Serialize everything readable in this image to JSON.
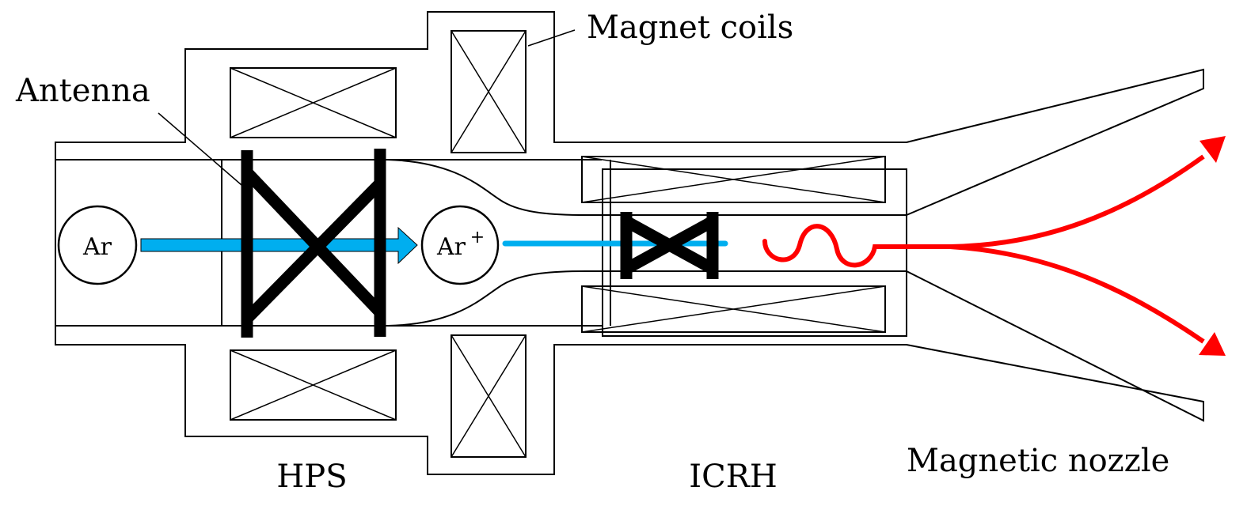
{
  "diagram": {
    "title": "Helicon plasma thruster with ICRH stage",
    "labels": {
      "magnet_coils": "Magnet coils",
      "antenna": "Antenna",
      "hps": "HPS",
      "icrh": "ICRH",
      "magnetic_nozzle": "Magnetic nozzle"
    },
    "particles": {
      "neutral": "Ar",
      "ion_base": "Ar",
      "ion_charge": "+"
    },
    "colors": {
      "outline": "#000000",
      "gas_flow": "#00AEEF",
      "plasma_exhaust": "#FF0000"
    }
  }
}
